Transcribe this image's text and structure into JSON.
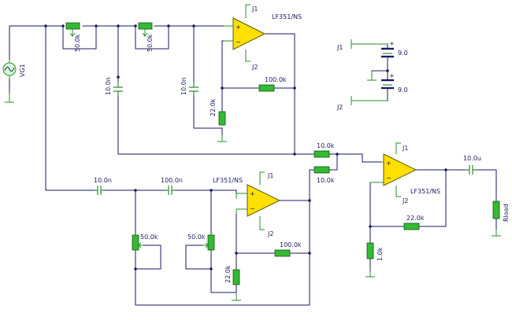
{
  "opamps": [
    {
      "model": "LF351/NS",
      "supply_top": "J1",
      "supply_bottom": "J2"
    },
    {
      "model": "LF351/NS",
      "supply_top": "J1",
      "supply_bottom": "J2"
    },
    {
      "model": "LF351/NS",
      "supply_top": "J1",
      "supply_bottom": "J2"
    }
  ],
  "resistors": {
    "pot_top_1": "50.0k",
    "pot_top_2": "50.0k",
    "r_top_feedback": "100.0k",
    "r_top_ground": "22.0k",
    "r_mix_1": "10.0k",
    "r_mix_2": "10.0k",
    "pot_bot_1": "50.0k",
    "pot_bot_2": "50.0k",
    "r_bot_feedback": "100.0k",
    "r_bot_ground": "22.0k",
    "r_out_feedback": "22.0k",
    "r_out_ground": "1.0k",
    "r_load": "Rload"
  },
  "capacitors": {
    "c_top_1": "10.0n",
    "c_top_2": "10.0n",
    "c_bot_1": "10.0n",
    "c_bot_2": "100.0n",
    "c_out": "10.0u"
  },
  "source": {
    "name": "VG1"
  },
  "supply": {
    "node_pos": "J1",
    "node_neg": "J2",
    "battery_1": "9.0",
    "battery_2": "9.0",
    "plus": "+",
    "minus": "-"
  }
}
